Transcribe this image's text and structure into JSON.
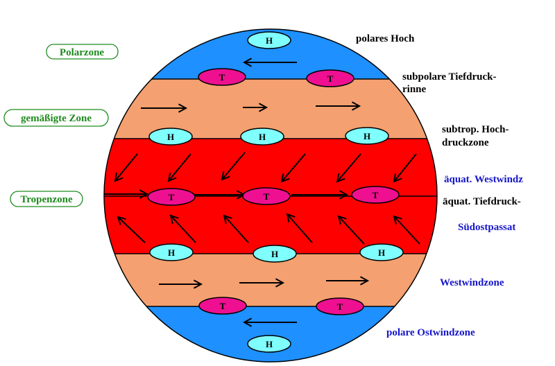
{
  "zones": [
    {
      "label": "Polarzone"
    },
    {
      "label": "gemäßigte Zone"
    },
    {
      "label": "Tropenzone"
    }
  ],
  "right_labels": [
    {
      "text": "polares Hoch",
      "color": "black"
    },
    {
      "text": "subpolare Tiefdruck-",
      "color": "black"
    },
    {
      "text": "rinne",
      "color": "black"
    },
    {
      "text": "subtrop. Hoch-",
      "color": "black"
    },
    {
      "text": "druckzone",
      "color": "black"
    },
    {
      "text": "äquat. Westwindz",
      "color": "blue"
    },
    {
      "text": "äquat. Tiefdruck-",
      "color": "black"
    },
    {
      "text": "Südostpassat",
      "color": "blue"
    },
    {
      "text": "Westwindzone",
      "color": "blue"
    },
    {
      "text": "polare Ostwindzone",
      "color": "blue"
    }
  ],
  "pressure": {
    "high": "H",
    "low": "T"
  },
  "colors": {
    "polar": "#1e90ff",
    "temperate": "#f4a070",
    "tropical": "#ff0000",
    "high": "#80ffff",
    "low": "#ee1090",
    "zone_text": "#1e8a1e",
    "wind_text": "#1515c8"
  }
}
